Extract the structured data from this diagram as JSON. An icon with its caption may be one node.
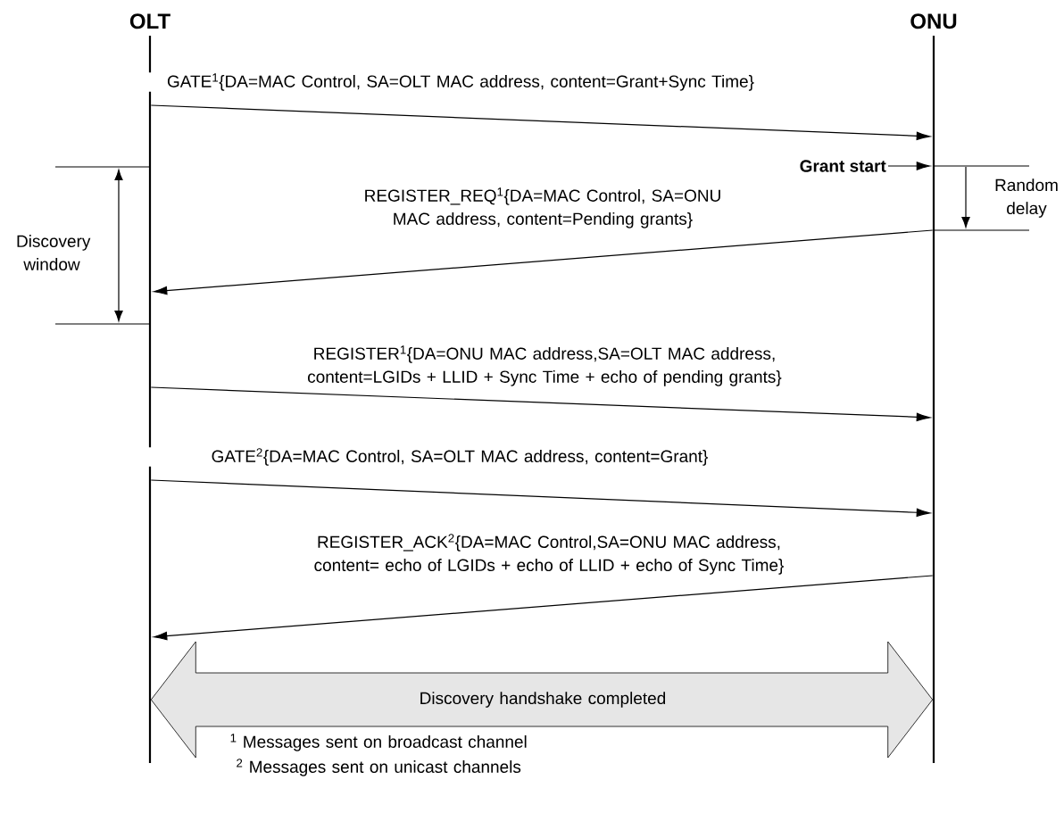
{
  "diagram": {
    "nodes": [
      {
        "text": [
          "OLT"
        ]
      },
      {
        "text": [
          "ONU"
        ]
      },
      {
        "text": [
          "Grant start"
        ]
      }
    ],
    "edges": [
      {
        "from": 0,
        "to": 1,
        "arrow": "to",
        "label": "GATE$^{1}${DA=MAC Control, SA=OLT MAC address, content=Grant+Sync Time}"
      },
      {
        "from": 2,
        "to": 1,
        "arrow": "to"
      },
      {
        "from": 1,
        "to": 0,
        "arrow": "to",
        "label": "REGISTER_REQ$^{1}${DA=MAC Control, SA=ONU MAC address, content=Pending grants}"
      },
      {
        "from": 0,
        "to": 1,
        "arrow": "to",
        "label": "REGISTER$^{1}${DA=ONU MAC address,SA=OLT MAC address, content=LGIDs + LLID + Sync Time + echo of pending grants}"
      },
      {
        "from": 0,
        "to": 1,
        "arrow": "to",
        "label": "GATE$^{2}${DA=MAC Control, SA=OLT MAC address, content=Grant}"
      },
      {
        "from": 1,
        "to": 0,
        "arrow": "to",
        "label": "REGISTER_ACK$^{2}${DA=MAC Control,SA=ONU MAC address, content= echo of LGIDs + echo of LLID + echo of Sync Time}"
      },
      {
        "from": 0,
        "to": 1,
        "arrow": "both",
        "style": "thick",
        "label": "Discovery handshake completed"
      }
    ],
    "labels": [
      "Random delay",
      "Discovery window",
      "$^{1}$ Messages sent on broadcast channel",
      "$^{2}$ Messages sent on unicast channels"
    ]
  }
}
